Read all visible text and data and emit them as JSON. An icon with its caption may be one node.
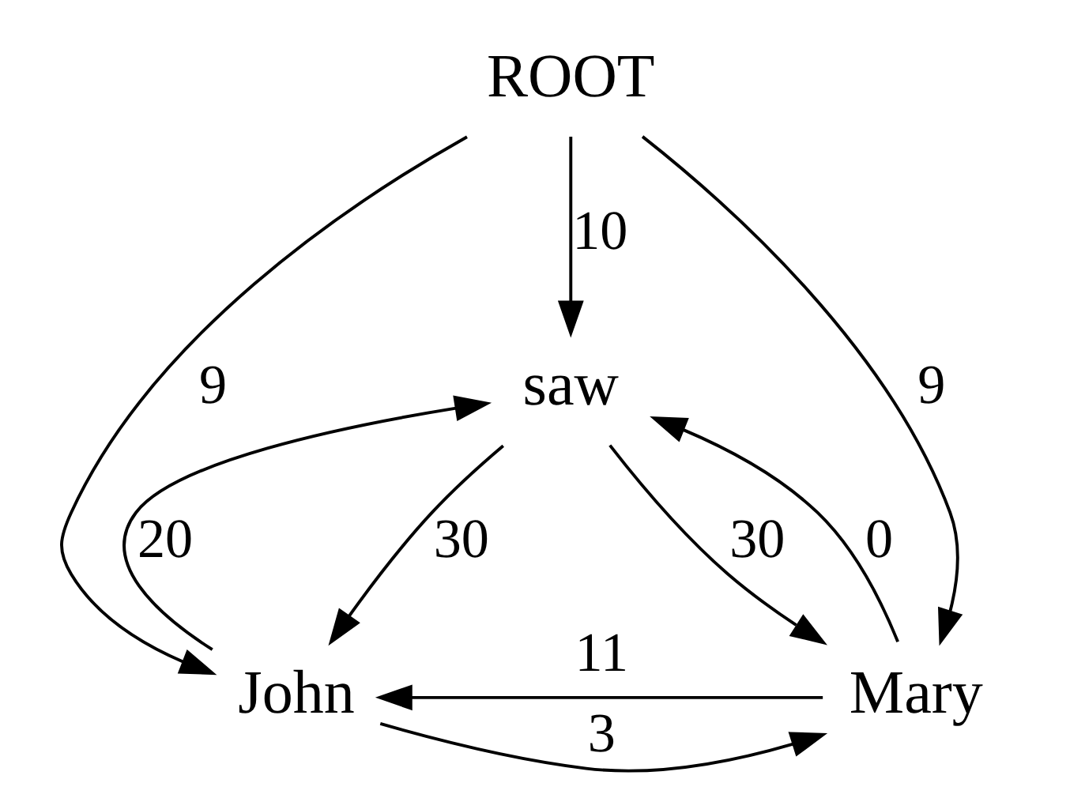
{
  "diagram": {
    "nodes": [
      {
        "text": [
          "ROOT"
        ]
      },
      {
        "text": [
          "saw"
        ]
      },
      {
        "text": [
          "John"
        ]
      },
      {
        "text": [
          "Mary"
        ]
      }
    ],
    "edges": [
      {
        "from": 0,
        "to": 1,
        "arrow": "to",
        "label": "10"
      },
      {
        "from": 0,
        "to": 3,
        "arrow": "to",
        "label": "9"
      },
      {
        "from": 0,
        "to": 2,
        "arrow": "to",
        "label": "9"
      },
      {
        "from": 2,
        "to": 1,
        "arrow": "to",
        "label": "20"
      },
      {
        "from": 1,
        "to": 2,
        "arrow": "to",
        "label": "30"
      },
      {
        "from": 1,
        "to": 3,
        "arrow": "to",
        "label": "30"
      },
      {
        "from": 3,
        "to": 1,
        "arrow": "to",
        "label": "0"
      },
      {
        "from": 2,
        "to": 3,
        "arrow": "to",
        "label": "3"
      },
      {
        "from": 3,
        "to": 2,
        "arrow": "to",
        "label": "11"
      }
    ]
  }
}
